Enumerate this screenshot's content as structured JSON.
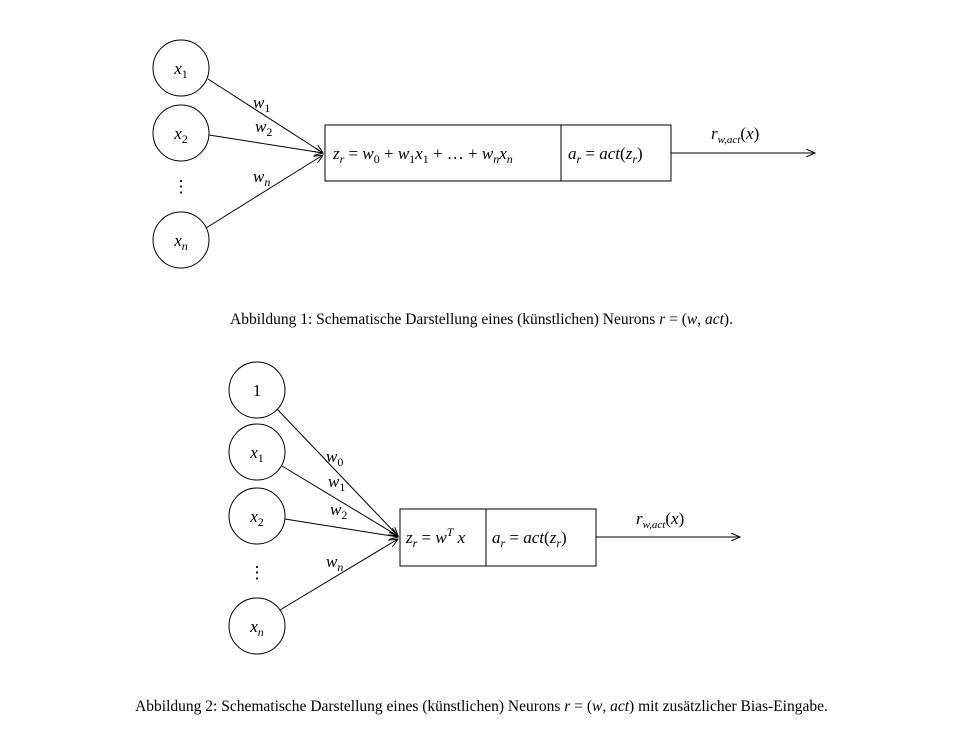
{
  "figure1": {
    "inputs": [
      "x1",
      "x2",
      "xn"
    ],
    "weights": [
      "w1",
      "w2",
      "wn"
    ],
    "sum_formula": "z_r = w_0 + w_1 x_1 + ... + w_n x_n",
    "activation_formula": "a_r = act(z_r)",
    "output_label": "r_{w,act}(x)",
    "caption": {
      "prefix": "Abbildung 1: Schematische Darstellung eines (künstlichen) Neurons ",
      "math": "r = (w, act)",
      "suffix": "."
    }
  },
  "figure2": {
    "inputs": [
      "1",
      "x1",
      "x2",
      "xn"
    ],
    "weights": [
      "w0",
      "w1",
      "w2",
      "wn"
    ],
    "sum_formula": "z_r = w^T x",
    "activation_formula": "a_r = act(z_r)",
    "output_label": "r_{w,act}(x)",
    "caption": {
      "prefix": "Abbildung 2: Schematische Darstellung eines (künstlichen) Neurons ",
      "math": "r = (w, act)",
      "suffix": " mit zusätzlicher Bias-Eingabe."
    }
  }
}
